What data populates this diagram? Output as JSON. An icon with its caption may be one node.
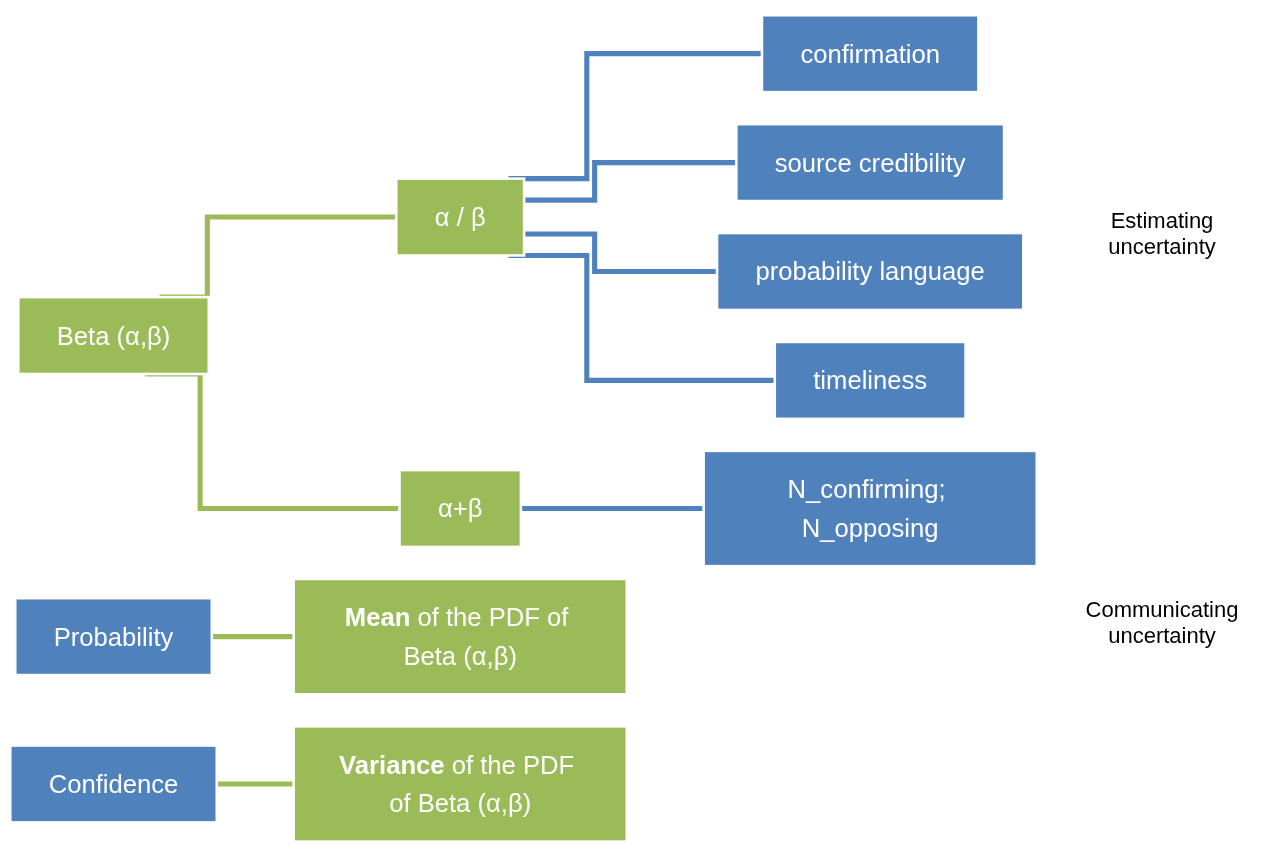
{
  "diagram": {
    "nodes": [
      {
        "text": [
          "Beta (α,β)"
        ]
      },
      {
        "text": [
          "α / β"
        ]
      },
      {
        "text": [
          "α+β"
        ]
      },
      {
        "text": [
          "confirmation"
        ]
      },
      {
        "text": [
          "source credibility"
        ]
      },
      {
        "text": [
          "probability language"
        ]
      },
      {
        "text": [
          "timeliness"
        ]
      },
      {
        "text": [
          "N_confirming; N_opposing"
        ]
      },
      {
        "text": [
          "Probability"
        ]
      },
      {
        "text": [
          "**Mean** of the PDF of Beta (α,β)"
        ]
      },
      {
        "text": [
          "Confidence"
        ]
      },
      {
        "text": [
          "**Variance** of the PDF of Beta (α,β)"
        ]
      }
    ],
    "edges": [
      {
        "from": 0,
        "to": 1,
        "arrow": "none",
        "color": "#9bbb59"
      },
      {
        "from": 0,
        "to": 2,
        "arrow": "none",
        "color": "#9bbb59"
      },
      {
        "from": 1,
        "to": 3,
        "arrow": "none"
      },
      {
        "from": 1,
        "to": 4,
        "arrow": "none"
      },
      {
        "from": 1,
        "to": 5,
        "arrow": "none"
      },
      {
        "from": 1,
        "to": 6,
        "arrow": "none"
      },
      {
        "from": 2,
        "to": 7,
        "arrow": "none"
      },
      {
        "from": 8,
        "to": 9,
        "arrow": "none",
        "color": "#9bbb59"
      },
      {
        "from": 10,
        "to": 11,
        "arrow": "none",
        "color": "#9bbb59"
      }
    ],
    "labels": [
      "Estimating uncertainty",
      "Communicating uncertainty"
    ]
  }
}
